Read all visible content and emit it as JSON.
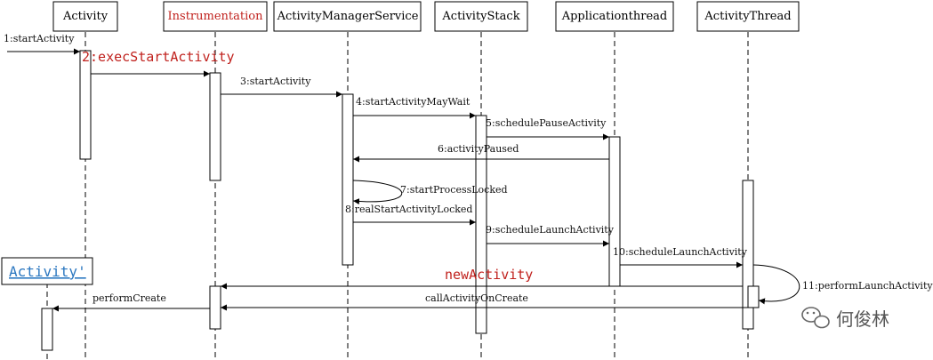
{
  "participants": [
    {
      "id": "activity",
      "label": "Activity"
    },
    {
      "id": "instrumentation",
      "label": "Instrumentation",
      "color": "#c0211d"
    },
    {
      "id": "ams",
      "label": "ActivityManagerService"
    },
    {
      "id": "stack",
      "label": "ActivityStack"
    },
    {
      "id": "appthread",
      "label": "Applicationthread"
    },
    {
      "id": "actthread",
      "label": "ActivityThread"
    }
  ],
  "new_participant": {
    "label": "Activity'",
    "color": "#2b77c0"
  },
  "messages": {
    "m1": "1:startActivity",
    "m2": "2:execStartActivity",
    "m3": "3:startActivity",
    "m4": "4:startActivityMayWait",
    "m5": "5:schedulePauseActivity",
    "m6": "6:activityPaused",
    "m7": "7:startProcessLocked",
    "m8": "8:realStartActivityLocked",
    "m9": "9:scheduleLaunchActivity",
    "m10": "10:scheduleLaunchActivity",
    "m11": "11:performLaunchActivity",
    "new_activity": "newActivity",
    "call_on_create": "callActivityOnCreate",
    "perform_create": "performCreate"
  },
  "watermark": {
    "text": "何俊林",
    "icon": "wechat-icon"
  }
}
